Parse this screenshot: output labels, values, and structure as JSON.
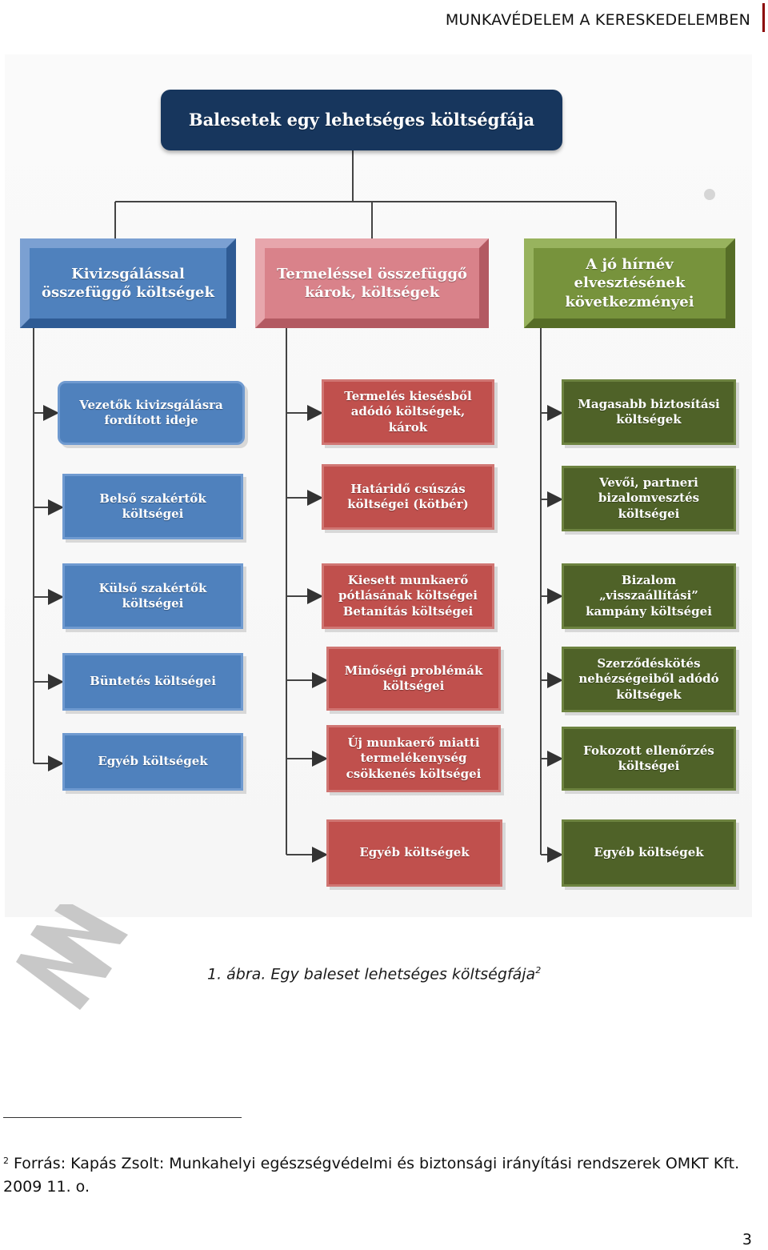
{
  "header": {
    "title": "MUNKAVÉDELEM A KERESKEDELEMBEN"
  },
  "diagram": {
    "root": "Balesetek egy lehetséges költségfája",
    "categories": [
      {
        "label": "Kivizsgálással\nösszefüggő költségek",
        "color": "#4f81bd",
        "items": [
          "Vezetők kivizsgálásra\nfordított ideje",
          "Belső szakértők\nköltségei",
          "Külső szakértők\nköltségei",
          "Büntetés költségei",
          "Egyéb költségek"
        ]
      },
      {
        "label": "Termeléssel összefüggő\nkárok, költségek",
        "color": "#c0504d",
        "items": [
          "Termelés kiesésből\nadódó költségek,\nkárok",
          "Határidő csúszás\nköltségei (kötbér)",
          "Kiesett munkaerő\npótlásának költségei\nBetanítás költségei",
          "Minőségi problémák\nköltségei",
          "Új munkaerő miatti\ntermelékenység\ncsökkenés költségei",
          "Egyéb költségek"
        ]
      },
      {
        "label": "A jó hírnév elvesztésének\nkövetkezményei",
        "color": "#4f6228",
        "items": [
          "Magasabb biztosítási\nköltségek",
          "Vevői, partneri\nbizalomvesztés\nköltségei",
          "Bizalom\n„visszaállítási”\nkampány költségei",
          "Szerződéskötés\nnehézségeiből adódó\nköltségek",
          "Fokozott ellenőrzés\nköltségei",
          "Egyéb költségek"
        ]
      }
    ]
  },
  "caption": {
    "text": "1. ábra. Egy baleset lehetséges költségfája",
    "marker": "2"
  },
  "footnote": {
    "marker": "2",
    "text": "Forrás: Kapás Zsolt: Munkahelyi egészségvédelmi és biztonsági irányítási rendszerek OMKT Kft. 2009 11. o."
  },
  "page_number": "3"
}
